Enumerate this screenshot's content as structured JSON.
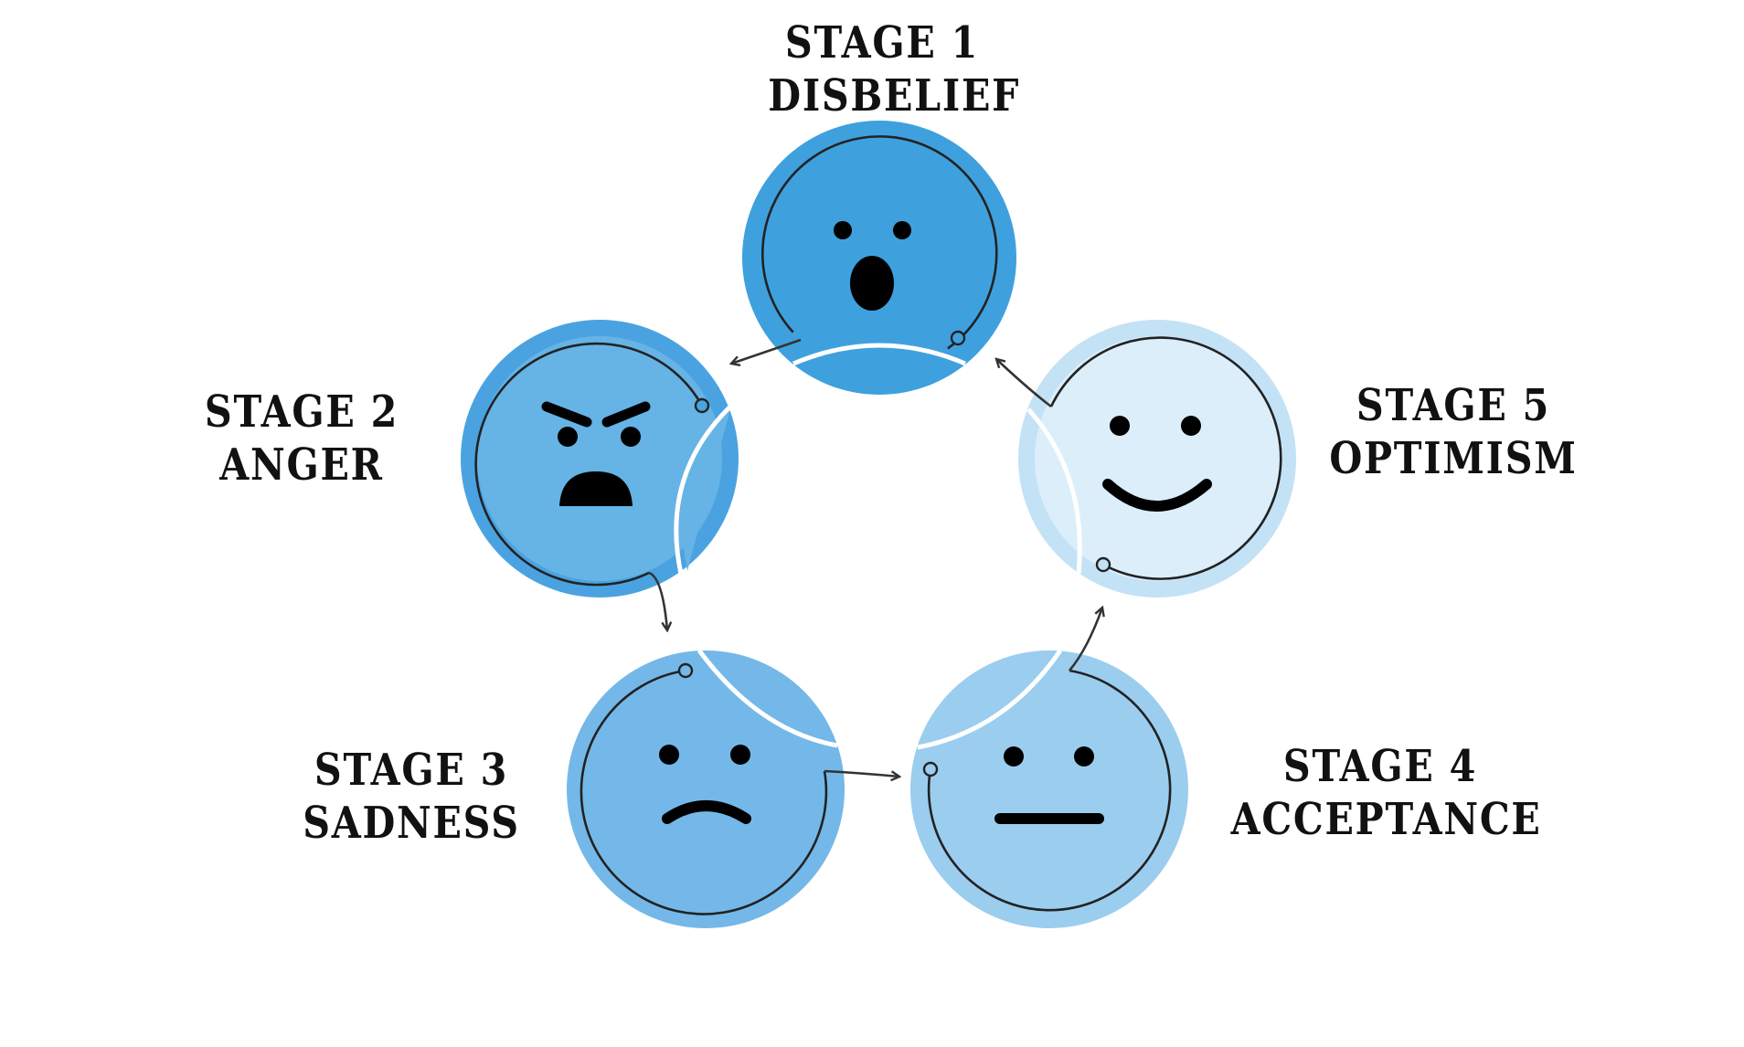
{
  "stages": [
    {
      "number_label": "STAGE 1",
      "name": "DISBELIEF",
      "face": "surprised-face-icon",
      "outer_color": "#3fa0de",
      "inner_color": "#3fa0de"
    },
    {
      "number_label": "STAGE 2",
      "name": "ANGER",
      "face": "angry-face-icon",
      "outer_color": "#4aa3e0",
      "inner_color": "#66b3e6"
    },
    {
      "number_label": "STAGE 3",
      "name": "SADNESS",
      "face": "sad-face-icon",
      "outer_color": "#73b8e8",
      "inner_color": "#8fc6ec"
    },
    {
      "number_label": "STAGE 4",
      "name": "ACCEPTANCE",
      "face": "neutral-face-icon",
      "outer_color": "#9bcdef",
      "inner_color": "#b3daf4"
    },
    {
      "number_label": "STAGE 5",
      "name": "OPTIMISM",
      "face": "happy-face-icon",
      "outer_color": "#c4e2f6",
      "inner_color": "#dbeefa"
    }
  ],
  "colors": {
    "text": "#111111",
    "outline": "#222222",
    "background": "#ffffff"
  }
}
